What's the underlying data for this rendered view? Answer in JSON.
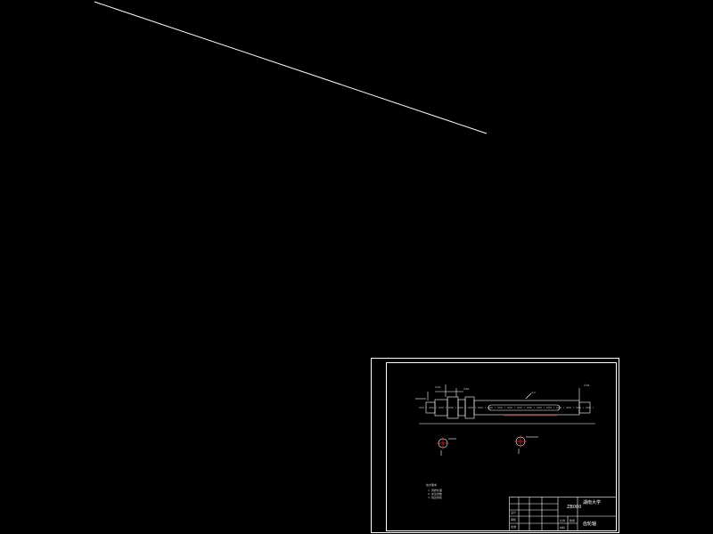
{
  "drawing": {
    "background": "#000000",
    "line_color": "#ffffff",
    "accent_color": "#ff3030",
    "title_block": {
      "school": "湖南大学",
      "part_name": "齿轮轴",
      "drawing_no": "ZB000",
      "labels": {
        "scale": "比例",
        "qty": "数量",
        "material": "材料",
        "designed": "设计",
        "checked": "审核",
        "approved": "批准"
      }
    },
    "tech_requirements": {
      "title": "技术要求",
      "items": [
        "1. 调质处理",
        "2. 未注倒角",
        "3. 锐边倒钝"
      ]
    },
    "annotations": {
      "dim_a": "∅32",
      "dim_b": "∅40",
      "dim_c": "∅36",
      "roughness": "3.2"
    }
  }
}
